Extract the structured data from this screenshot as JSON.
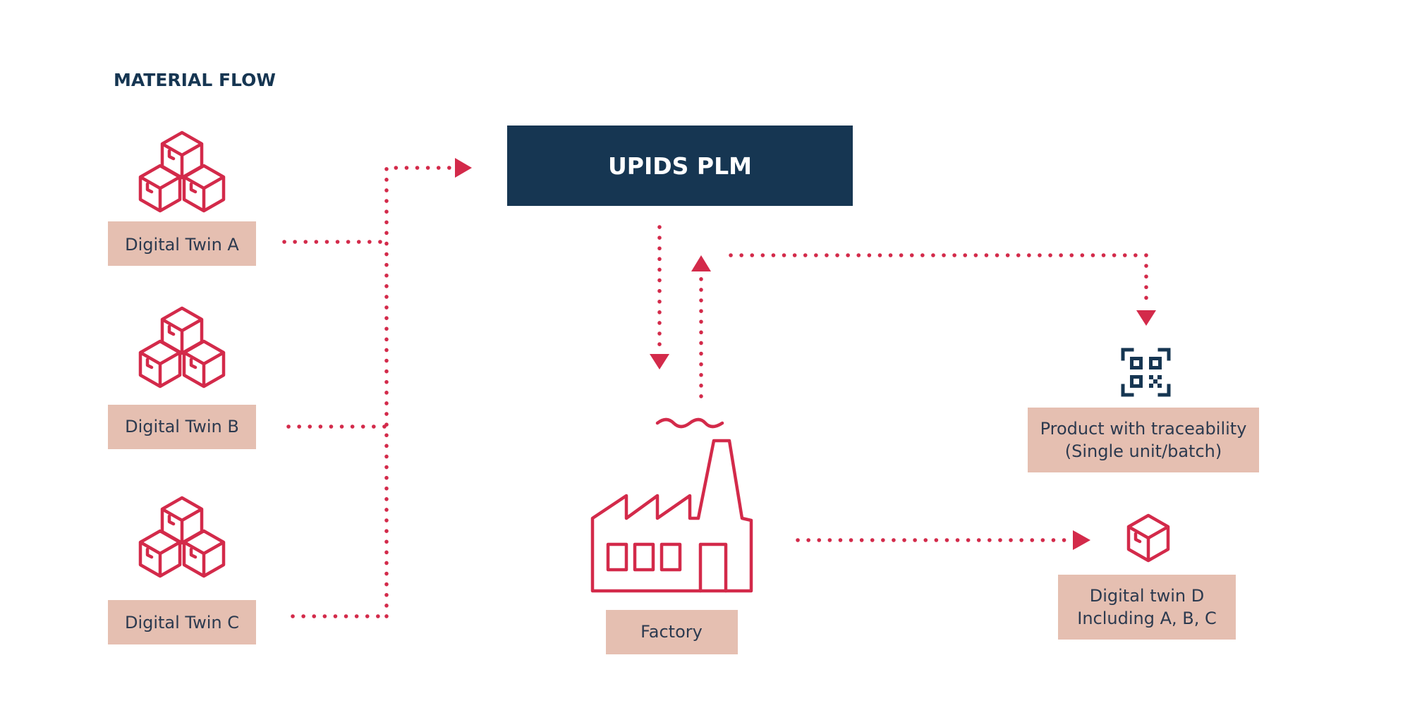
{
  "heading": "MATERIAL FLOW",
  "plm": {
    "label": "UPIDS PLM"
  },
  "twins": [
    {
      "label": "Digital Twin A"
    },
    {
      "label": "Digital Twin B"
    },
    {
      "label": "Digital Twin C"
    }
  ],
  "factory": {
    "label": "Factory"
  },
  "product": {
    "line1": "Product with traceability",
    "line2": "(Single unit/batch)"
  },
  "twin_d": {
    "line1": "Digital twin D",
    "line2": "Including A, B, C"
  },
  "icons": {
    "twin_a": "boxes-stack-icon",
    "twin_b": "boxes-stack-icon",
    "twin_c": "boxes-stack-icon",
    "factory": "factory-icon",
    "product": "qr-scan-icon",
    "twin_d": "box-icon"
  },
  "colors": {
    "accent": "#d32a4a",
    "navy": "#163652",
    "label_bg": "#e5bfb1",
    "label_text": "#2c3a4f",
    "heading": "#163652"
  }
}
